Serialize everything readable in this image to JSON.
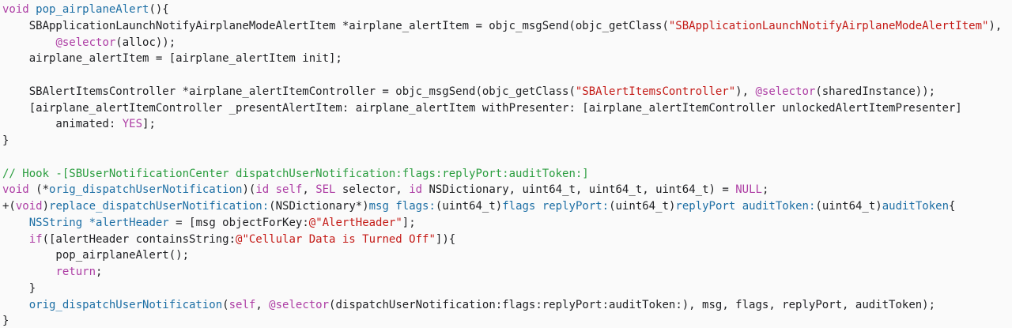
{
  "colors": {
    "background": "#fafafa",
    "plain_text": "#202124",
    "keyword": "#ad3da4",
    "function_name": "#1d6fa5",
    "string": "#c41a16",
    "comment": "#2a9d3f"
  },
  "code": {
    "language": "objective-c",
    "lines": [
      [
        {
          "t": "void",
          "c": "k"
        },
        {
          "t": " ",
          "c": "p"
        },
        {
          "t": "pop_airplaneAlert",
          "c": "f"
        },
        {
          "t": "(){",
          "c": "p"
        }
      ],
      [
        {
          "t": "    SBApplicationLaunchNotifyAirplaneModeAlertItem *airplane_alertItem = objc_msgSend(objc_getClass(",
          "c": "p"
        },
        {
          "t": "\"SBApplicationLaunchNotifyAirplaneModeAlertItem\"",
          "c": "s"
        },
        {
          "t": "),",
          "c": "p"
        }
      ],
      [
        {
          "t": "        ",
          "c": "p"
        },
        {
          "t": "@selector",
          "c": "k"
        },
        {
          "t": "(alloc));",
          "c": "p"
        }
      ],
      [
        {
          "t": "    airplane_alertItem = [airplane_alertItem init];",
          "c": "p"
        }
      ],
      [],
      [
        {
          "t": "    SBAlertItemsController *airplane_alertItemController = objc_msgSend(objc_getClass(",
          "c": "p"
        },
        {
          "t": "\"SBAlertItemsController\"",
          "c": "s"
        },
        {
          "t": "), ",
          "c": "p"
        },
        {
          "t": "@selector",
          "c": "k"
        },
        {
          "t": "(sharedInstance));",
          "c": "p"
        }
      ],
      [
        {
          "t": "    [airplane_alertItemController _presentAlertItem: airplane_alertItem withPresenter: [airplane_alertItemController unlockedAlertItemPresenter]",
          "c": "p"
        }
      ],
      [
        {
          "t": "        animated: ",
          "c": "p"
        },
        {
          "t": "YES",
          "c": "k"
        },
        {
          "t": "];",
          "c": "p"
        }
      ],
      [
        {
          "t": "}",
          "c": "p"
        }
      ],
      [],
      [
        {
          "t": "// Hook -[SBUserNotificationCenter dispatchUserNotification:flags:replyPort:auditToken:]",
          "c": "c"
        }
      ],
      [
        {
          "t": "void",
          "c": "k"
        },
        {
          "t": " (*",
          "c": "p"
        },
        {
          "t": "orig_dispatchUserNotification",
          "c": "f"
        },
        {
          "t": ")(",
          "c": "p"
        },
        {
          "t": "id",
          "c": "k"
        },
        {
          "t": " ",
          "c": "p"
        },
        {
          "t": "self",
          "c": "k"
        },
        {
          "t": ", ",
          "c": "p"
        },
        {
          "t": "SEL",
          "c": "k"
        },
        {
          "t": " selector, ",
          "c": "p"
        },
        {
          "t": "id",
          "c": "k"
        },
        {
          "t": " NSDictionary, uint64_t, uint64_t, uint64_t) = ",
          "c": "p"
        },
        {
          "t": "NULL",
          "c": "k"
        },
        {
          "t": ";",
          "c": "p"
        }
      ],
      [
        {
          "t": "+(",
          "c": "p"
        },
        {
          "t": "void",
          "c": "k"
        },
        {
          "t": ")",
          "c": "p"
        },
        {
          "t": "replace_dispatchUserNotification:",
          "c": "f"
        },
        {
          "t": "(NSDictionary*)",
          "c": "p"
        },
        {
          "t": "msg",
          "c": "f"
        },
        {
          "t": " ",
          "c": "p"
        },
        {
          "t": "flags:",
          "c": "f"
        },
        {
          "t": "(uint64_t)",
          "c": "p"
        },
        {
          "t": "flags",
          "c": "f"
        },
        {
          "t": " ",
          "c": "p"
        },
        {
          "t": "replyPort:",
          "c": "f"
        },
        {
          "t": "(uint64_t)",
          "c": "p"
        },
        {
          "t": "replyPort",
          "c": "f"
        },
        {
          "t": " ",
          "c": "p"
        },
        {
          "t": "auditToken:",
          "c": "f"
        },
        {
          "t": "(uint64_t)",
          "c": "p"
        },
        {
          "t": "auditToken",
          "c": "f"
        },
        {
          "t": "{",
          "c": "p"
        }
      ],
      [
        {
          "t": "    ",
          "c": "p"
        },
        {
          "t": "NSString",
          "c": "f"
        },
        {
          "t": " ",
          "c": "p"
        },
        {
          "t": "*alertHeader",
          "c": "f"
        },
        {
          "t": " = [msg objectForKey:",
          "c": "p"
        },
        {
          "t": "@\"AlertHeader\"",
          "c": "s"
        },
        {
          "t": "];",
          "c": "p"
        }
      ],
      [
        {
          "t": "    ",
          "c": "p"
        },
        {
          "t": "if",
          "c": "k"
        },
        {
          "t": "([alertHeader containsString:",
          "c": "p"
        },
        {
          "t": "@\"Cellular Data is Turned Off\"",
          "c": "s"
        },
        {
          "t": "]){",
          "c": "p"
        }
      ],
      [
        {
          "t": "        pop_airplaneAlert();",
          "c": "p"
        }
      ],
      [
        {
          "t": "        ",
          "c": "p"
        },
        {
          "t": "return",
          "c": "k"
        },
        {
          "t": ";",
          "c": "p"
        }
      ],
      [
        {
          "t": "    }",
          "c": "p"
        }
      ],
      [
        {
          "t": "    ",
          "c": "p"
        },
        {
          "t": "orig_dispatchUserNotification",
          "c": "f"
        },
        {
          "t": "(",
          "c": "p"
        },
        {
          "t": "self",
          "c": "k"
        },
        {
          "t": ", ",
          "c": "p"
        },
        {
          "t": "@selector",
          "c": "k"
        },
        {
          "t": "(dispatchUserNotification:flags:replyPort:auditToken:), msg, flags, replyPort, auditToken);",
          "c": "p"
        }
      ],
      [
        {
          "t": "}",
          "c": "p"
        }
      ]
    ]
  }
}
